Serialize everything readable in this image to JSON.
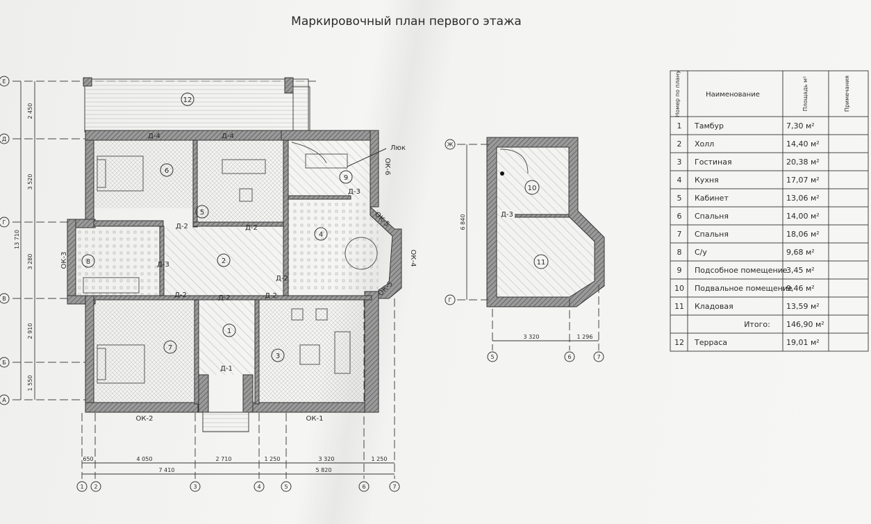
{
  "title": "Маркировочный план первого этажа",
  "axes": {
    "rows": [
      "Е",
      "Д",
      "Г",
      "В",
      "Б",
      "А"
    ],
    "cols": [
      "1",
      "2",
      "3",
      "4",
      "5",
      "6",
      "7"
    ],
    "basement_rows": [
      "Ж",
      "Г"
    ],
    "basement_cols": [
      "5",
      "6",
      "7"
    ]
  },
  "dimensions": {
    "left": [
      "2 450",
      "3 520",
      "3 280",
      "2 910",
      "1 550"
    ],
    "left_total": "13 710",
    "bottom": [
      "650",
      "4 050",
      "2 710",
      "1 250",
      "3 320",
      "1 250"
    ],
    "bottom_totals": [
      "7 410",
      "5 820"
    ],
    "basement_height": "6 840",
    "basement_bottom": [
      "3 320",
      "1 296"
    ]
  },
  "rooms": [
    "1",
    "2",
    "3",
    "4",
    "5",
    "6",
    "7",
    "8",
    "9",
    "10",
    "11",
    "12"
  ],
  "doors": [
    "Д-4",
    "Д-4",
    "Д-2",
    "Д-2",
    "Д-3",
    "Д-2",
    "Д-2",
    "Д-2",
    "Д-2",
    "Д-1",
    "Д-3",
    "Д-3"
  ],
  "windows": [
    "ОК-1",
    "ОК-2",
    "ОК-3",
    "ОК-4",
    "ОК-5",
    "ОК-5",
    "ОК-6"
  ],
  "hatch_label": "Люк",
  "table": {
    "headers": [
      "Номер по плану",
      "Наименование",
      "Площадь м²",
      "Примечания"
    ],
    "rows": [
      {
        "num": "1",
        "name": "Тамбур",
        "area": "7,30 м²"
      },
      {
        "num": "2",
        "name": "Холл",
        "area": "14,40 м²"
      },
      {
        "num": "3",
        "name": "Гостиная",
        "area": "20,38 м²"
      },
      {
        "num": "4",
        "name": "Кухня",
        "area": "17,07 м²"
      },
      {
        "num": "5",
        "name": "Кабинет",
        "area": "13,06 м²"
      },
      {
        "num": "6",
        "name": "Спальня",
        "area": "14,00 м²"
      },
      {
        "num": "7",
        "name": "Спальня",
        "area": "18,06 м²"
      },
      {
        "num": "8",
        "name": "С/у",
        "area": "9,68 м²"
      },
      {
        "num": "9",
        "name": "Подсобное помещение",
        "area": "3,45 м²"
      },
      {
        "num": "10",
        "name": "Подвальное помещение",
        "area": "9,46 м²"
      },
      {
        "num": "11",
        "name": "Кладовая",
        "area": "13,59 м²"
      },
      {
        "num": "",
        "name": "Итого:",
        "area": "146,90 м²"
      },
      {
        "num": "12",
        "name": "Терраса",
        "area": "19,01 м²"
      }
    ]
  }
}
